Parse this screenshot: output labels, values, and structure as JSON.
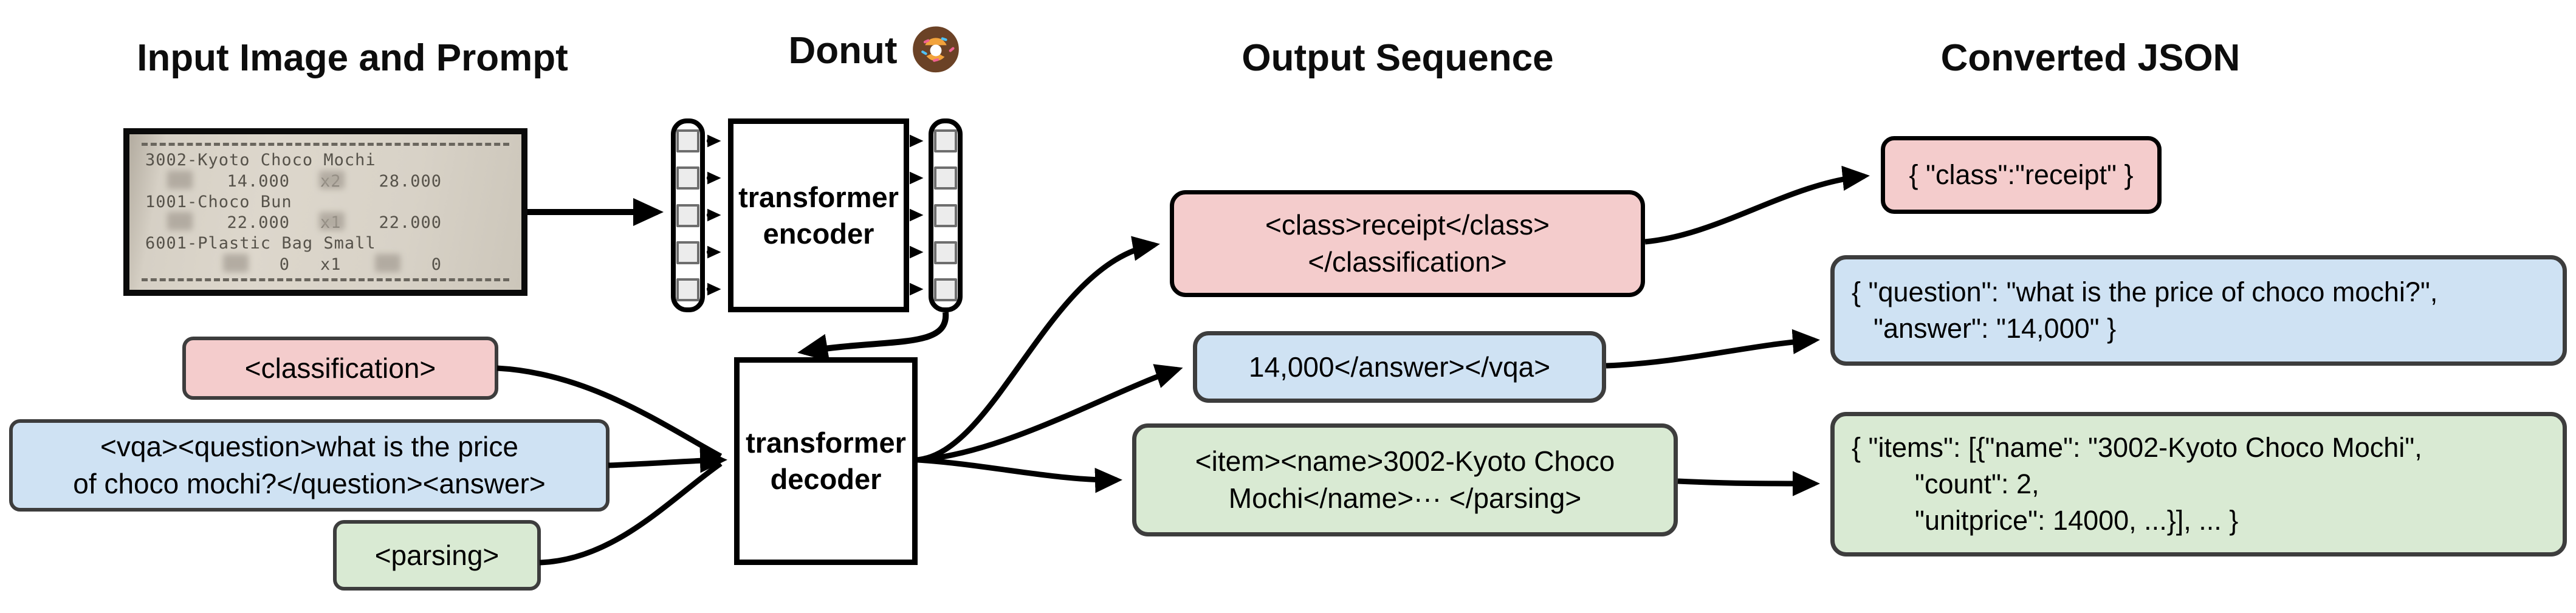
{
  "headings": {
    "input": "Input Image and Prompt",
    "model": "Donut",
    "output": "Output Sequence",
    "converted": "Converted JSON"
  },
  "receipt": {
    "rows": [
      {
        "name": "3002-Kyoto Choco Mochi"
      },
      {
        "unit": "14.000",
        "qty": "x2",
        "total": "28.000"
      },
      {
        "name": "1001-Choco Bun"
      },
      {
        "unit": "22.000",
        "qty": "x1",
        "total": "22.000"
      },
      {
        "name": "6001-Plastic Bag Small"
      },
      {
        "unit": "0",
        "qty": "x1",
        "total": "0"
      }
    ]
  },
  "model": {
    "encoder_line1": "transformer",
    "encoder_line2": "encoder",
    "decoder_line1": "transformer",
    "decoder_line2": "decoder"
  },
  "prompts": {
    "classification": {
      "text": "<classification>"
    },
    "vqa": {
      "line1": "<vqa><question>what is the price",
      "line2": "of choco mochi?</question><answer>"
    },
    "parsing": {
      "text": "<parsing>"
    }
  },
  "outputs": {
    "classification": {
      "line1": "<class>receipt</class>",
      "line2": "</classification>"
    },
    "vqa": {
      "line1": "14,000</answer></vqa>"
    },
    "parsing": {
      "line1": "<item><name>3002-Kyoto Choco",
      "line2": "Mochi</name>··· </parsing>"
    }
  },
  "converted_json": {
    "classification": {
      "line1": "{ \"class\":\"receipt\" }"
    },
    "vqa": {
      "line1": "{ \"question\": \"what is the price of choco mochi?\",",
      "line2": "\"answer\": \"14,000\" }"
    },
    "parsing": {
      "line1": "{ \"items\": [{\"name\": \"3002-Kyoto Choco Mochi\",",
      "line2": "\"count\": 2,",
      "line3": "\"unitprice\": 14000, ...}], ... }"
    }
  },
  "colors": {
    "classification": "#f4cccc",
    "vqa": "#cfe2f3",
    "parsing": "#d9ead3",
    "border_dark": "#3d3d3d"
  }
}
